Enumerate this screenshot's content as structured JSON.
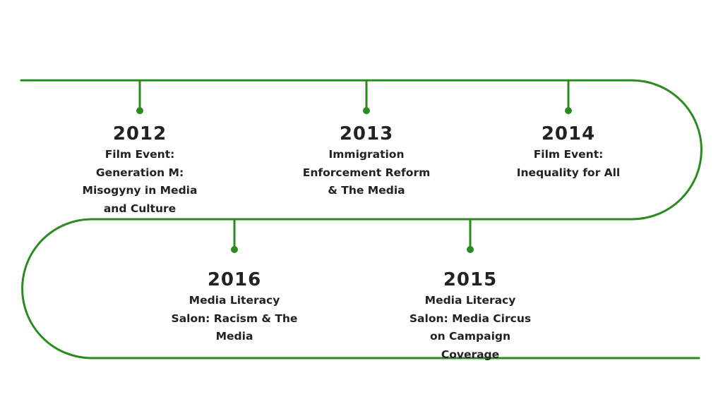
{
  "colors": {
    "track": "#2a8c1f",
    "text": "#222222",
    "background": "#ffffff"
  },
  "events": [
    {
      "id": "2012",
      "year": "2012",
      "description": "Film Event:\nGeneration M:\nMisogyny in Media\nand Culture"
    },
    {
      "id": "2013",
      "year": "2013",
      "description": "Immigration\nEnforcement Reform\n& The Media"
    },
    {
      "id": "2014",
      "year": "2014",
      "description": "Film Event:\nInequality for All"
    },
    {
      "id": "2016",
      "year": "2016",
      "description": "Media Literacy\nSalon: Racism & The\nMedia"
    },
    {
      "id": "2015",
      "year": "2015",
      "description": "Media Literacy\nSalon: Media Circus\non Campaign\nCoverage"
    }
  ]
}
